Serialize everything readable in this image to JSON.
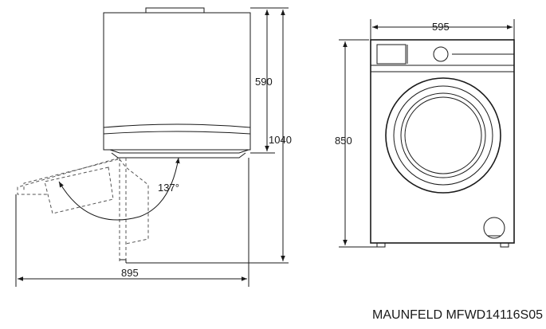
{
  "dimensions": {
    "top_width": "595",
    "front_height": "850",
    "side_upper_height": "590",
    "side_total_height": "1040",
    "door_open_depth": "895",
    "door_angle": "137°"
  },
  "model_label": "MAUNFELD MFWD14116S05"
}
